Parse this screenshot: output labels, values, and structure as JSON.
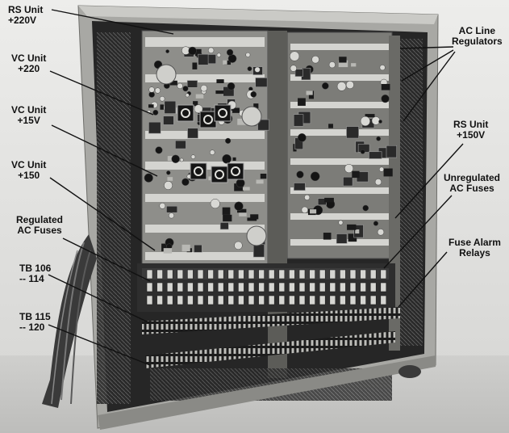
{
  "labels": {
    "rs_unit_220": {
      "line1": "RS Unit",
      "line2": "+220V"
    },
    "vc_unit_220": {
      "line1": "VC Unit",
      "line2": "+220"
    },
    "vc_unit_15": {
      "line1": "VC Unit",
      "line2": "+15V"
    },
    "vc_unit_150": {
      "line1": "VC Unit",
      "line2": "+150"
    },
    "regulated_ac_fuses": {
      "line1": "Regulated",
      "line2": "AC Fuses"
    },
    "tb_106_114": {
      "line1": "TB 106",
      "line2": "-- 114"
    },
    "tb_115_120": {
      "line1": "TB 115",
      "line2": "-- 120"
    },
    "ac_line_regulators": {
      "line1": "AC Line",
      "line2": "Regulators"
    },
    "rs_unit_150": {
      "line1": "RS Unit",
      "line2": "+150V"
    },
    "unregulated_ac_fuses": {
      "line1": "Unregulated",
      "line2": "AC Fuses"
    },
    "fuse_alarm_relays": {
      "line1": "Fuse Alarm",
      "line2": "Relays"
    }
  },
  "colors": {
    "background": "#e6e6e4",
    "frame": "#a8a8a4",
    "interior": "#262626",
    "chassis": "#8e8e8a",
    "component_light": "#d8d8d4",
    "component_dark": "#141414",
    "label_text": "#111111"
  }
}
